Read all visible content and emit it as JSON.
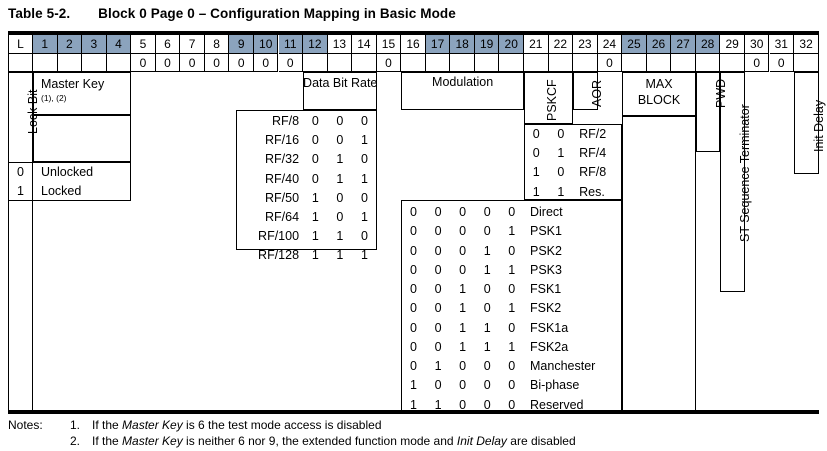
{
  "title": {
    "label": "Table 5-2.",
    "text": "Block 0 Page 0 – Configuration Mapping in Basic Mode"
  },
  "colors": {
    "shade": "#8ba3bd",
    "border": "#000000",
    "background": "#ffffff"
  },
  "header": {
    "lock_label": "L",
    "bits": [
      "1",
      "2",
      "3",
      "4",
      "5",
      "6",
      "7",
      "8",
      "9",
      "10",
      "11",
      "12",
      "13",
      "14",
      "15",
      "16",
      "17",
      "18",
      "19",
      "20",
      "21",
      "22",
      "23",
      "24",
      "25",
      "26",
      "27",
      "28",
      "29",
      "30",
      "31",
      "32"
    ],
    "shaded_bits": [
      "1",
      "2",
      "3",
      "4",
      "9",
      "10",
      "11",
      "12",
      "17",
      "18",
      "19",
      "20",
      "25",
      "26",
      "27",
      "28"
    ],
    "default_row": {
      "L": "",
      "1": "",
      "2": "",
      "3": "",
      "4": "",
      "5": "0",
      "6": "0",
      "7": "0",
      "8": "0",
      "9": "0",
      "10": "0",
      "11": "0",
      "12": "",
      "13": "",
      "14": "",
      "15": "0",
      "16": "",
      "17": "",
      "18": "",
      "19": "",
      "20": "",
      "21": "",
      "22": "",
      "23": "",
      "24": "0",
      "25": "",
      "26": "",
      "27": "",
      "28": "",
      "29": "",
      "30": "0",
      "31": "0",
      "32": ""
    }
  },
  "fields": {
    "lock_bit": "Lock Bit",
    "master_key": "Master Key",
    "master_key_notes": "(1), (2)",
    "data_bit_rate": "Data Bit Rate",
    "modulation": "Modulation",
    "pskcf": "PSKCF",
    "aor": "AOR",
    "max_block": "MAX BLOCK",
    "max_block_l1": "MAX",
    "max_block_l2": "BLOCK",
    "pwd": "PWD",
    "st_sequence_terminator": "ST Sequence Terminator",
    "init_delay": "Init Delay"
  },
  "lock_bit_values": [
    {
      "code": "0",
      "name": "Unlocked"
    },
    {
      "code": "1",
      "name": "Locked"
    }
  ],
  "data_bit_rate_values": [
    {
      "name": "RF/8",
      "bits": [
        "0",
        "0",
        "0"
      ]
    },
    {
      "name": "RF/16",
      "bits": [
        "0",
        "0",
        "1"
      ]
    },
    {
      "name": "RF/32",
      "bits": [
        "0",
        "1",
        "0"
      ]
    },
    {
      "name": "RF/40",
      "bits": [
        "0",
        "1",
        "1"
      ]
    },
    {
      "name": "RF/50",
      "bits": [
        "1",
        "0",
        "0"
      ]
    },
    {
      "name": "RF/64",
      "bits": [
        "1",
        "0",
        "1"
      ]
    },
    {
      "name": "RF/100",
      "bits": [
        "1",
        "1",
        "0"
      ]
    },
    {
      "name": "RF/128",
      "bits": [
        "1",
        "1",
        "1"
      ]
    }
  ],
  "pskcf_values": [
    {
      "bits": [
        "0",
        "0"
      ],
      "name": "RF/2"
    },
    {
      "bits": [
        "0",
        "1"
      ],
      "name": "RF/4"
    },
    {
      "bits": [
        "1",
        "0"
      ],
      "name": "RF/8"
    },
    {
      "bits": [
        "1",
        "1"
      ],
      "name": "Res."
    }
  ],
  "modulation_values": [
    {
      "bits": [
        "0",
        "0",
        "0",
        "0",
        "0"
      ],
      "name": "Direct"
    },
    {
      "bits": [
        "0",
        "0",
        "0",
        "0",
        "1"
      ],
      "name": "PSK1"
    },
    {
      "bits": [
        "0",
        "0",
        "0",
        "1",
        "0"
      ],
      "name": "PSK2"
    },
    {
      "bits": [
        "0",
        "0",
        "0",
        "1",
        "1"
      ],
      "name": "PSK3"
    },
    {
      "bits": [
        "0",
        "0",
        "1",
        "0",
        "0"
      ],
      "name": "FSK1"
    },
    {
      "bits": [
        "0",
        "0",
        "1",
        "0",
        "1"
      ],
      "name": "FSK2"
    },
    {
      "bits": [
        "0",
        "0",
        "1",
        "1",
        "0"
      ],
      "name": "FSK1a"
    },
    {
      "bits": [
        "0",
        "0",
        "1",
        "1",
        "1"
      ],
      "name": "FSK2a"
    },
    {
      "bits": [
        "0",
        "1",
        "0",
        "0",
        "0"
      ],
      "name": "Manchester"
    },
    {
      "bits": [
        "1",
        "0",
        "0",
        "0",
        "0"
      ],
      "name": "Bi-phase"
    },
    {
      "bits": [
        "1",
        "1",
        "0",
        "0",
        "0"
      ],
      "name": "Reserved"
    }
  ],
  "notes": {
    "label": "Notes:",
    "items": [
      {
        "num": "1.",
        "pre": "If the ",
        "em1": "Master Key",
        "mid": " is 6 the test mode access is disabled",
        "em2": "",
        "post": ""
      },
      {
        "num": "2.",
        "pre": "If the ",
        "em1": "Master Key",
        "mid": " is neither 6 nor 9, the extended function mode and ",
        "em2": "Init Delay",
        "post": " are disabled"
      }
    ]
  }
}
